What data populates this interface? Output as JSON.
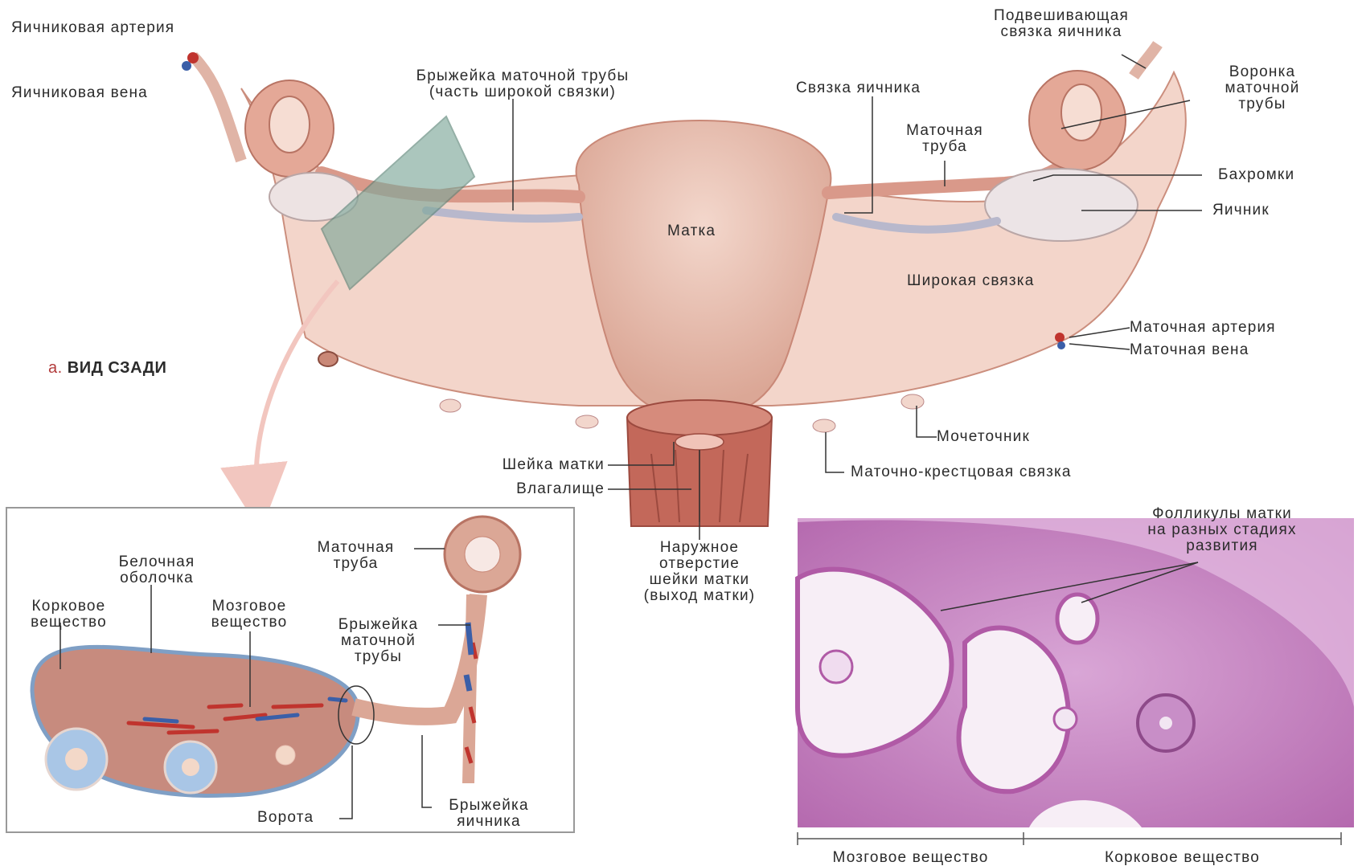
{
  "view_caption": {
    "letter": "а.",
    "text": "ВИД СЗАДИ"
  },
  "labels": {
    "ovarian_artery": "Яичниковая артерия",
    "ovarian_vein": "Яичниковая вена",
    "mesosalpinx": "Брыжейка маточной трубы\n(часть широкой связки)",
    "ovarian_ligament": "Связка яичника",
    "suspensory_ligament": "Подвешивающая\nсвязка яичника",
    "infundibulum": "Воронка\nматочной\nтрубы",
    "uterine_tube": "Маточная\nтруба",
    "fimbriae": "Бахромки",
    "ovary": "Яичник",
    "uterus": "Матка",
    "broad_ligament": "Широкая связка",
    "uterine_artery": "Маточная артерия",
    "uterine_vein": "Маточная вена",
    "ureter": "Мочеточник",
    "uterosacral_ligament": "Маточно-крестцовая связка",
    "cervix": "Шейка матки",
    "vagina": "Влагалище",
    "external_os": "Наружное\nотверстие\nшейки матки\n(выход матки)"
  },
  "inset": {
    "uterine_tube": "Маточная\nтруба",
    "tunica_albuginea": "Белочная\nоболочка",
    "cortex": "Корковое\nвещество",
    "medulla": "Мозговое\nвещество",
    "mesosalpinx": "Брыжейка\nматочной\nтрубы",
    "hilum": "Ворота",
    "mesovarium": "Брыжейка\nяичника"
  },
  "micrograph": {
    "follicles": "Фолликулы матки\nна разных стадиях\nразвития",
    "medulla": "Мозговое вещество",
    "cortex": "Корковое вещество"
  },
  "colors": {
    "tissue": "#e8b8a8",
    "tissue_dark": "#c98877",
    "artery": "#c0342e",
    "vein": "#3b5fa8",
    "histology": "#c77bc0",
    "leader": "#333333"
  }
}
